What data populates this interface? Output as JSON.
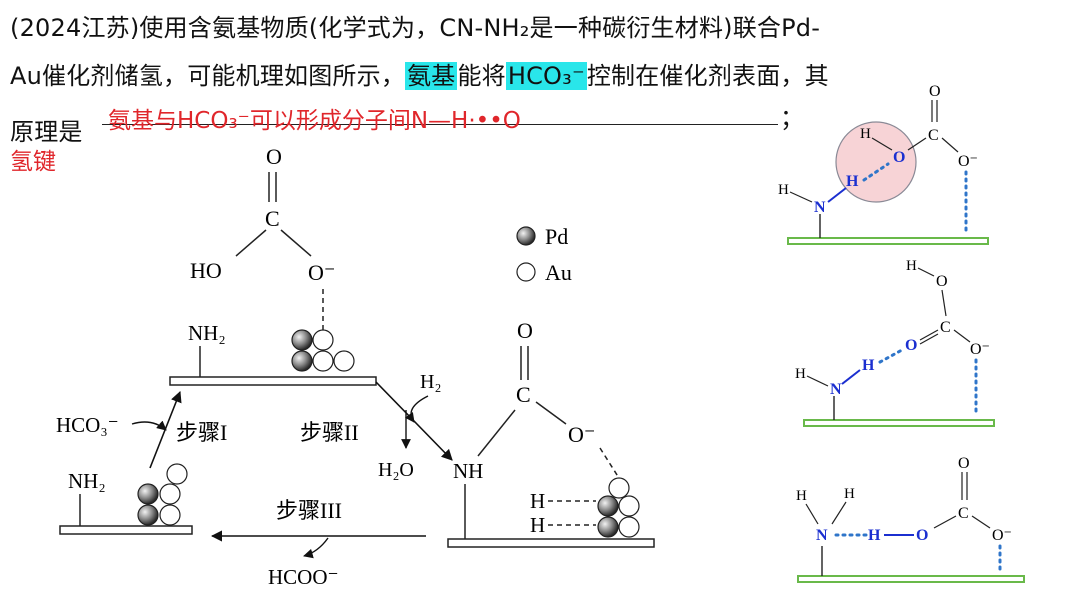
{
  "question": {
    "line1": "(2024江苏)使用含氨基物质(化学式为，CN-NH₂是一种碳衍生材料)联合Pd-",
    "line2_pre": "Au催化剂储氢，可能机理如图所示，",
    "line2_hl1": "氨基",
    "line2_mid": "能将",
    "line2_hl2": "HCO₃⁻",
    "line2_post": "控制在催化剂表面，其",
    "line3_pre": "原理是",
    "line3_end": "；"
  },
  "answer": {
    "line1": "氨基与HCO₃⁻可以形成分子间N—H·••O",
    "line2": "氢键"
  },
  "legend": {
    "pd": "Pd",
    "au": "Au"
  },
  "main": {
    "o": "O",
    "c": "C",
    "ho": "HO",
    "o_minus": "O⁻",
    "nh2": "NH₂",
    "nh": "NH",
    "hco3": "HCO₃⁻",
    "h2": "H₂",
    "h2o": "H₂O",
    "hcooo": "HCOO⁻",
    "h": "H",
    "step1": "步骤I",
    "step2": "步骤II",
    "step3": "步骤III"
  },
  "side": {
    "h": "H",
    "n": "N",
    "o": "O",
    "c": "C",
    "o_minus": "O⁻"
  },
  "colors": {
    "highlight": "#29e6ea",
    "answer_red": "#e0262b",
    "bond_blue": "#1b2fd0",
    "dots_blue": "#2f75c9",
    "surface_green": "#69b94a",
    "circle_fill": "#f7d3d6"
  }
}
